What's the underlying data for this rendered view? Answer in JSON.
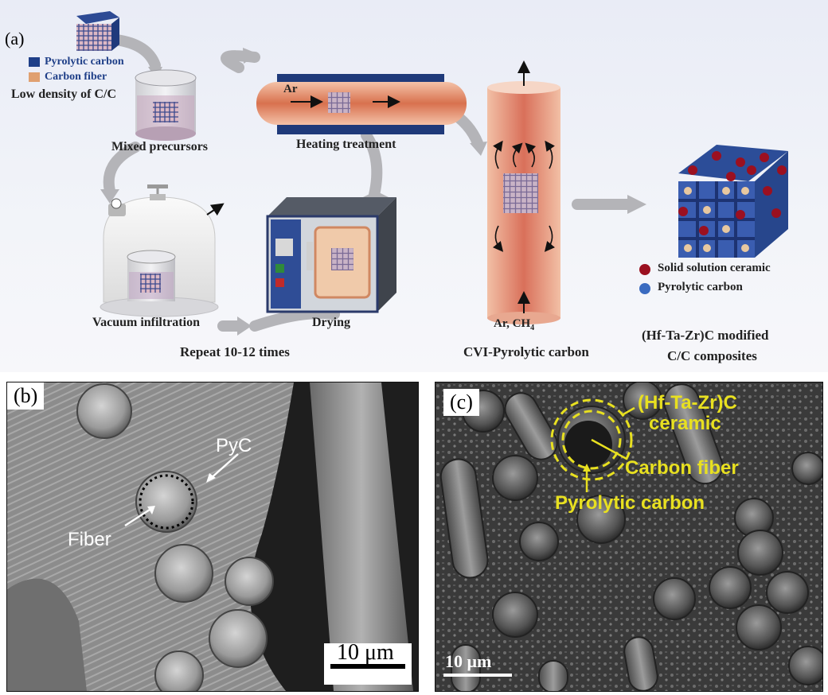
{
  "panels": {
    "a": {
      "tag": "(a)",
      "legend": {
        "pyc": "Pyrolytic carbon",
        "fiber": "Carbon fiber"
      },
      "low_density": "Low density of C/C",
      "mixed": "Mixed precursors",
      "heating": "Heating treatment",
      "ar": "Ar",
      "vacuum": "Vacuum infiltration",
      "drying": "Drying",
      "repeat": "Repeat 10-12 times",
      "cvi_gas": "Ar, CH",
      "cvi_gas_sub": "4",
      "cvi": "CVI-Pyrolytic carbon",
      "legend2": {
        "ssc": "Solid solution ceramic",
        "pyc": "Pyrolytic carbon"
      },
      "product_line1": "(Hf-Ta-Zr)C modified",
      "product_line2": "C/C  composites"
    },
    "b": {
      "tag": "(b)",
      "pyc": "PyC",
      "fiber": "Fiber",
      "scale": "10 μm"
    },
    "c": {
      "tag": "(c)",
      "ceramic1": "(Hf-Ta-Zr)C",
      "ceramic2": "ceramic",
      "fiber": "Carbon fiber",
      "pyc": "Pyrolytic carbon",
      "scale": "10 μm"
    }
  },
  "colors": {
    "pyc_blue": "#1f3f88",
    "fiber_tan": "#e0a070",
    "ceramic_red": "#9b1020",
    "annotation_yellow": "#e8e020"
  }
}
